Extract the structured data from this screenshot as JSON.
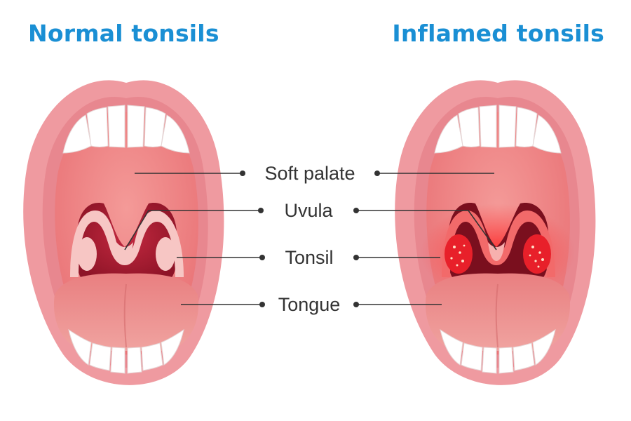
{
  "titles": {
    "normal": "Normal tonsils",
    "inflamed": "Inflamed tonsils"
  },
  "labels": {
    "soft_palate": "Soft palate",
    "uvula": "Uvula",
    "tonsil": "Tonsil",
    "tongue": "Tongue"
  },
  "colors": {
    "title": "#1a8fd4",
    "label_text": "#333333",
    "leader_line": "#333333",
    "lip": "#ef9aa0",
    "lip_inner": "#e8878f",
    "teeth": "#ffffff",
    "palate": "#f08080",
    "throat_dark": "#a8192e",
    "tongue": "#ec8e8c",
    "tonsil_normal": "#f7c6c4",
    "tonsil_inflamed": "#e8202a",
    "inflamed_glow": "#e53935"
  }
}
